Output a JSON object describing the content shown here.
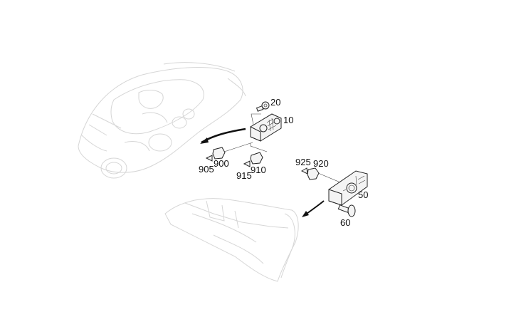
{
  "diagram": {
    "labels": {
      "p20": "20",
      "p10": "10",
      "p905": "905",
      "p900": "900",
      "p915": "915",
      "p910": "910",
      "p925": "925",
      "p920": "920",
      "p50": "50",
      "p60": "60"
    }
  }
}
